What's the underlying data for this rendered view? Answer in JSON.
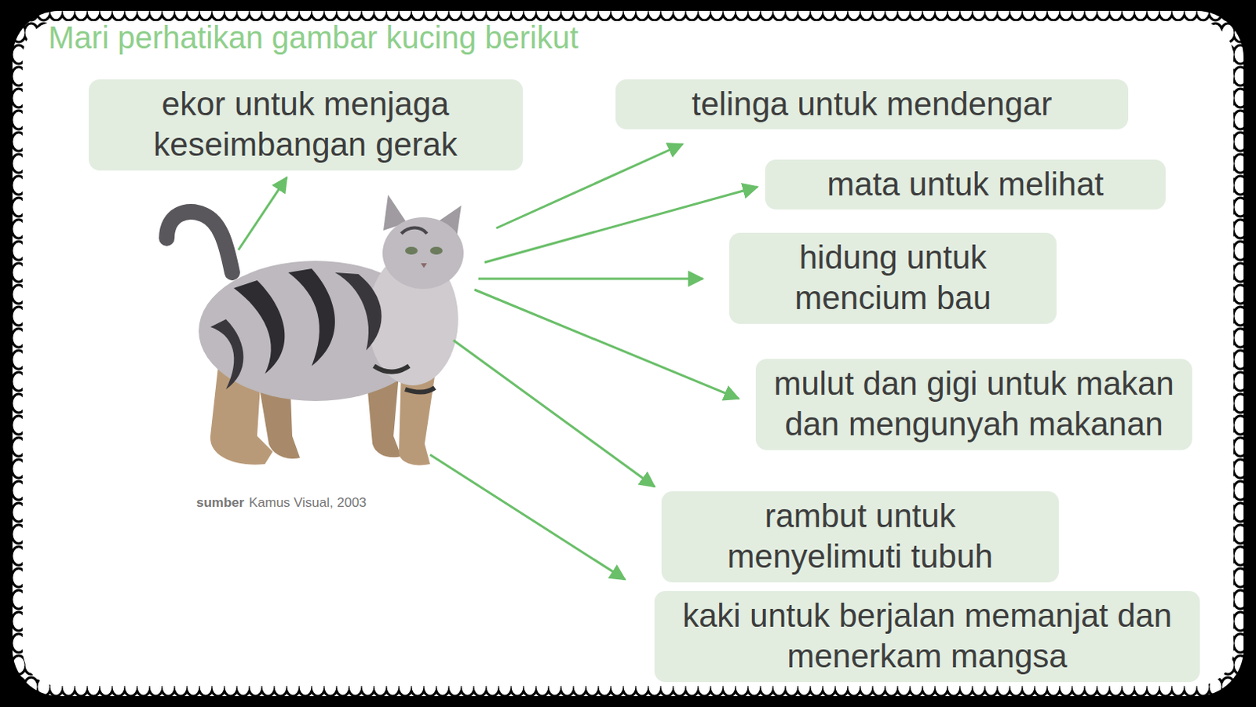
{
  "diagram": {
    "title": "Mari perhatikan gambar kucing berikut",
    "nodes": [
      {
        "text": [
          "ekor untuk menjaga keseimbangan gerak"
        ]
      },
      {
        "text": [
          "telinga untuk mendengar"
        ]
      },
      {
        "text": [
          "mata untuk melihat"
        ]
      },
      {
        "text": [
          "hidung untuk mencium bau"
        ]
      },
      {
        "text": [
          "mulut dan gigi untuk makan dan mengunyah makanan"
        ]
      },
      {
        "text": [
          "rambut untuk menyelimuti tubuh"
        ]
      },
      {
        "text": [
          "kaki untuk berjalan memanjat dan menerkam mangsa"
        ]
      }
    ],
    "labels": [
      "sumber",
      "Kamus Visual, 2003"
    ]
  }
}
